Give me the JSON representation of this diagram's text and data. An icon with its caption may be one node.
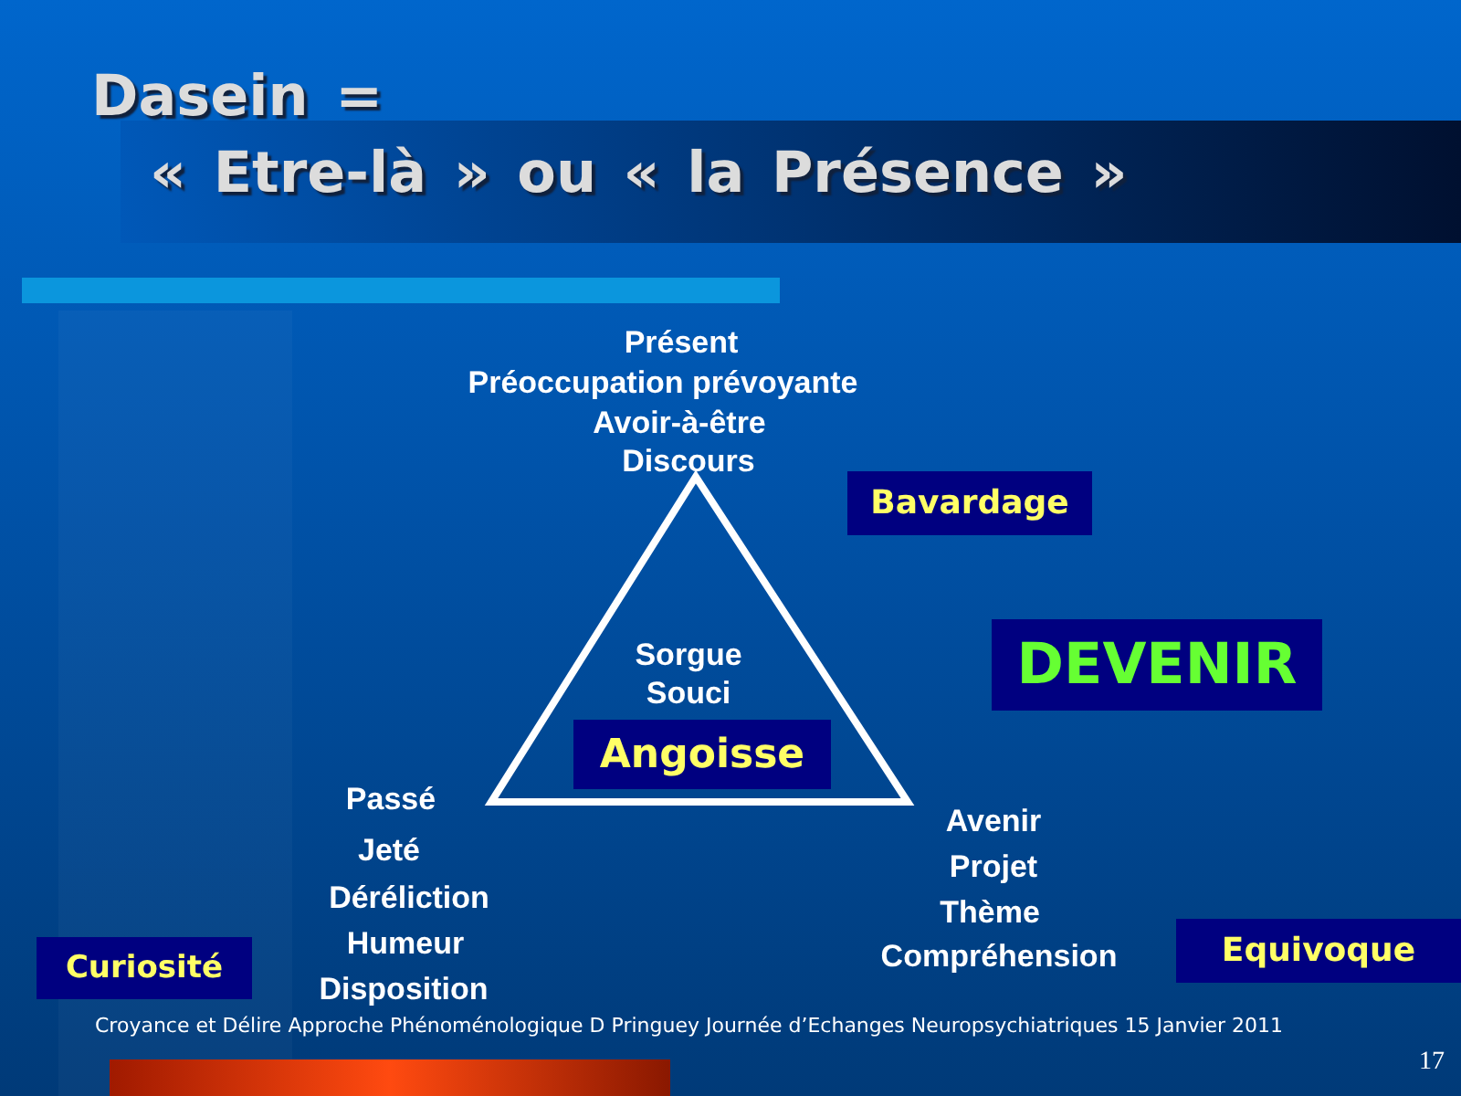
{
  "diagram": {
    "title": "Dasein = « Etre-là » ou « la Présence »",
    "caption": "Croyance et Délire Approche Phénoménologique D Pringuey Journée d’Echanges Neuropsychiatriques 15 Janvier 2011",
    "nodes": [
      {
        "text": [
          "Sorgue",
          "Souci"
        ]
      },
      {
        "text": [
          "Bavardage"
        ]
      },
      {
        "text": [
          "DEVENIR"
        ]
      },
      {
        "text": [
          "Angoisse"
        ],
        "in": 0
      },
      {
        "text": [
          "Curiosité"
        ]
      },
      {
        "text": [
          "Equivoque"
        ]
      }
    ],
    "labels": [
      "Présent",
      "Préoccupation prévoyante",
      "Avoir-à-être",
      "Discours",
      "Passé",
      "Jeté",
      "Déréliction",
      "Humeur",
      "Disposition",
      "Avenir",
      "Projet",
      "Thème",
      "Compréhension",
      "17"
    ]
  }
}
